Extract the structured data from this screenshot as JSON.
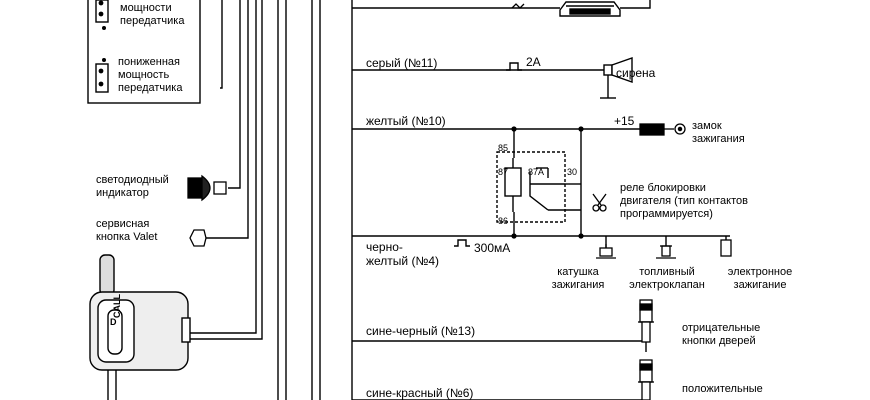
{
  "left_panel": {
    "top_option_text": "мощности\nпередатчика",
    "lower_option_text": "пониженная\nмощность\nпередатчика"
  },
  "components": {
    "led_label": "светодиодный\nиндикатор",
    "valet_label": "сервисная\nкнопка Valet",
    "call_label": "CALL",
    "call_key": "D"
  },
  "wires": {
    "gray_label": "серый (№11)",
    "gray_spec": "2А",
    "yellow_label": "желтый (№10)",
    "black_yellow_label": "черно-\nжелтый (№4)",
    "black_yellow_spec": "300мА",
    "blue_black_label": "сине-черный (№13)",
    "blue_red_label": "сине-красный (№6)"
  },
  "loads": {
    "siren_label": "сирена",
    "ignition_lock_label": "замок\nзажигания",
    "plus15_label": "+15",
    "relay_label": "реле блокировки\nдвигателя (тип контактов\nпрограммируется)",
    "coil_label": "катушка\nзажигания",
    "fuel_valve_label": "топливный\nэлектроклапан",
    "electronic_ignition_label": "электронное\nзажигание",
    "negative_door_label": "отрицательные\nкнопки дверей",
    "positive_door_label": "положительные"
  },
  "relay_pins": {
    "pin85": "85",
    "pin87": "87",
    "pin87a": "87А",
    "pin30": "30",
    "pin86": "86"
  }
}
